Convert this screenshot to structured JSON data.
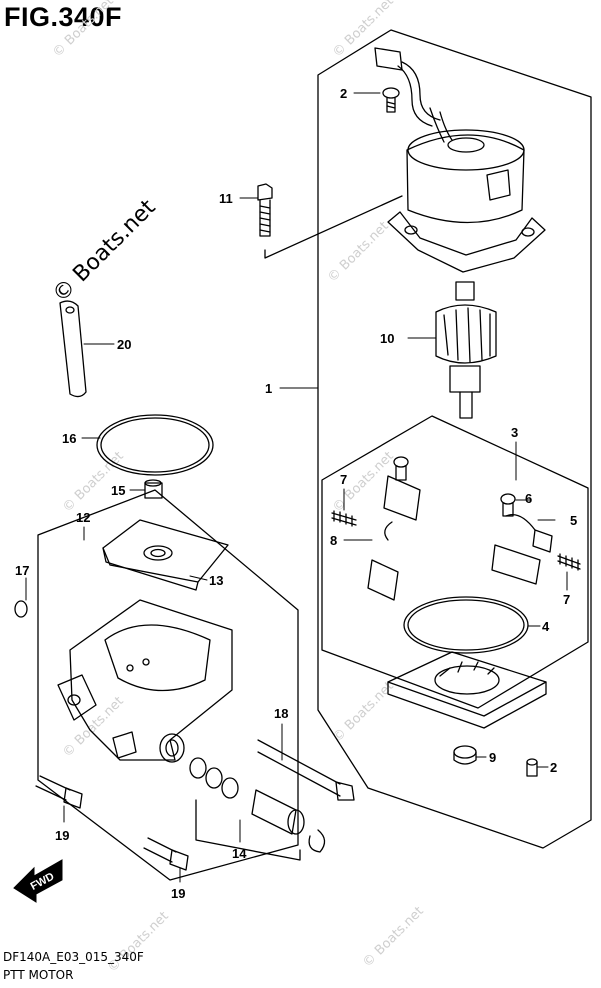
{
  "figure": {
    "title": "FIG.340F",
    "drawing_code": "DF140A_E03_015_340F",
    "part_name": "PTT MOTOR",
    "fwd_label": "FWD"
  },
  "watermark": {
    "main": "© Boats.net",
    "faint": "© Boats.net"
  },
  "callouts": [
    {
      "id": "c1",
      "num": "1"
    },
    {
      "id": "c2a",
      "num": "2"
    },
    {
      "id": "c2b",
      "num": "2"
    },
    {
      "id": "c3",
      "num": "3"
    },
    {
      "id": "c4",
      "num": "4"
    },
    {
      "id": "c5",
      "num": "5"
    },
    {
      "id": "c6",
      "num": "6"
    },
    {
      "id": "c7a",
      "num": "7"
    },
    {
      "id": "c7b",
      "num": "7"
    },
    {
      "id": "c8",
      "num": "8"
    },
    {
      "id": "c9",
      "num": "9"
    },
    {
      "id": "c10",
      "num": "10"
    },
    {
      "id": "c11",
      "num": "11"
    },
    {
      "id": "c12",
      "num": "12"
    },
    {
      "id": "c13",
      "num": "13"
    },
    {
      "id": "c14",
      "num": "14"
    },
    {
      "id": "c15",
      "num": "15"
    },
    {
      "id": "c16",
      "num": "16"
    },
    {
      "id": "c17",
      "num": "17"
    },
    {
      "id": "c18",
      "num": "18"
    },
    {
      "id": "c19a",
      "num": "19"
    },
    {
      "id": "c19b",
      "num": "19"
    },
    {
      "id": "c20",
      "num": "20"
    }
  ]
}
